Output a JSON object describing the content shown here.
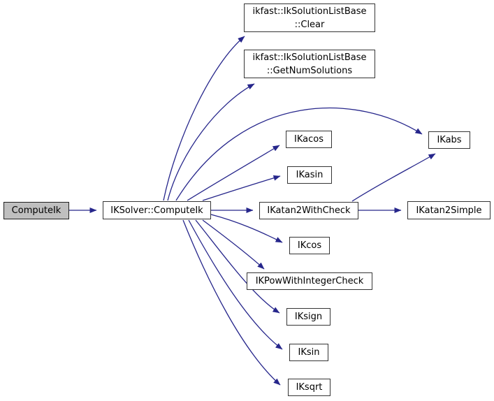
{
  "diagram": {
    "type": "doxygen-call-graph",
    "colors": {
      "edge": "#26268b",
      "node_border": "#353535",
      "node_fill": "#ffffff",
      "current_node_fill": "#bfbfbf",
      "text": "#000000",
      "background": "#ffffff"
    },
    "nodes": {
      "computeik": {
        "label": "ComputeIk"
      },
      "iksolver_computeik": {
        "label": "IKSolver::ComputeIk"
      },
      "clear": {
        "label": "ikfast::IkSolutionListBase\n::Clear"
      },
      "getnumsolutions": {
        "label": "ikfast::IkSolutionListBase\n::GetNumSolutions"
      },
      "ikabs": {
        "label": "IKabs"
      },
      "ikacos": {
        "label": "IKacos"
      },
      "ikasin": {
        "label": "IKasin"
      },
      "ikatan2withcheck": {
        "label": "IKatan2WithCheck"
      },
      "ikatan2simple": {
        "label": "IKatan2Simple"
      },
      "ikcos": {
        "label": "IKcos"
      },
      "ikpowwithintegercheck": {
        "label": "IKPowWithIntegerCheck"
      },
      "iksign": {
        "label": "IKsign"
      },
      "iksin": {
        "label": "IKsin"
      },
      "iksqrt": {
        "label": "IKsqrt"
      }
    },
    "edges": [
      {
        "from": "computeik",
        "to": "iksolver_computeik"
      },
      {
        "from": "iksolver_computeik",
        "to": "clear"
      },
      {
        "from": "iksolver_computeik",
        "to": "getnumsolutions"
      },
      {
        "from": "iksolver_computeik",
        "to": "ikabs"
      },
      {
        "from": "iksolver_computeik",
        "to": "ikacos"
      },
      {
        "from": "iksolver_computeik",
        "to": "ikasin"
      },
      {
        "from": "iksolver_computeik",
        "to": "ikatan2withcheck"
      },
      {
        "from": "iksolver_computeik",
        "to": "ikcos"
      },
      {
        "from": "iksolver_computeik",
        "to": "ikpowwithintegercheck"
      },
      {
        "from": "iksolver_computeik",
        "to": "iksign"
      },
      {
        "from": "iksolver_computeik",
        "to": "iksin"
      },
      {
        "from": "iksolver_computeik",
        "to": "iksqrt"
      },
      {
        "from": "ikatan2withcheck",
        "to": "ikabs"
      },
      {
        "from": "ikatan2withcheck",
        "to": "ikatan2simple"
      }
    ]
  }
}
